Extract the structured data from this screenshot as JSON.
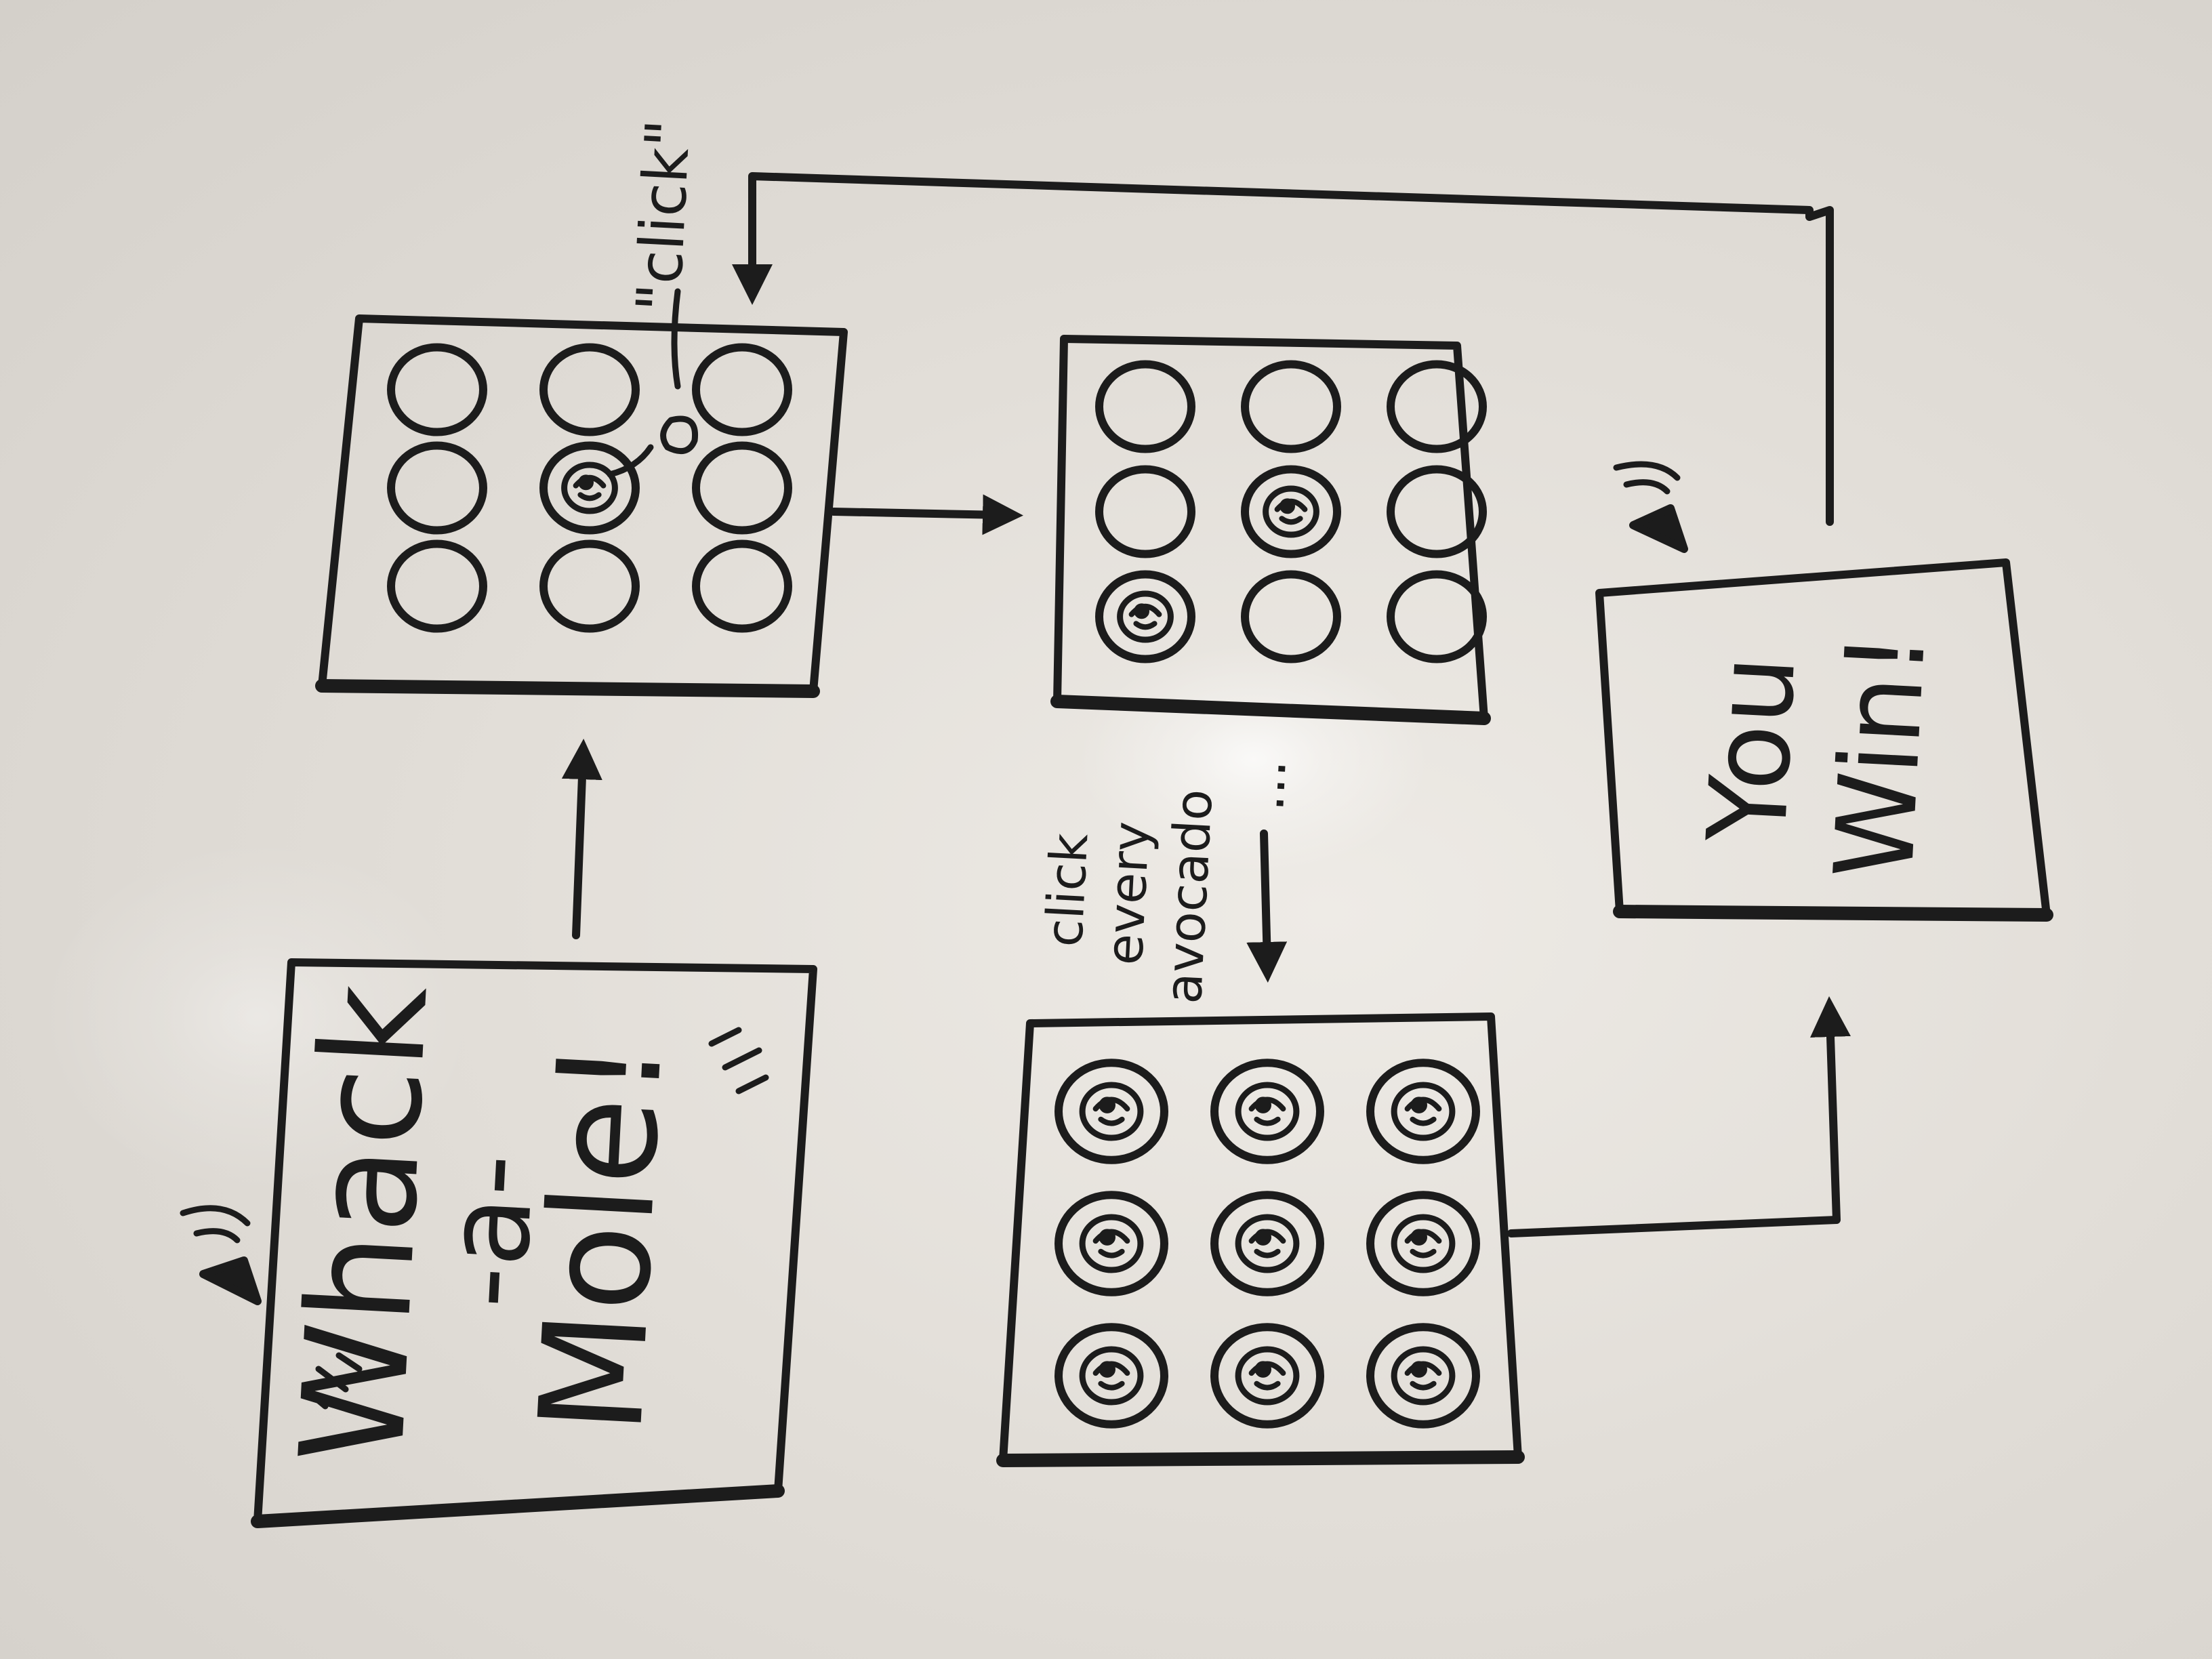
{
  "colors": {
    "ink": "#1c1c1c",
    "board": "#e6e3de",
    "glare": "#ffffff"
  },
  "title_screen": {
    "title_line1": "Whack",
    "title_line2": "-a-",
    "title_line3": "Mole!"
  },
  "grid_screen_1": {
    "annotation": "\"click\"",
    "holes": 9,
    "mole_hole_index": 4
  },
  "grid_screen_2": {
    "holes": 9,
    "mole_hole_indices": [
      4,
      6
    ]
  },
  "grid_screen_3": {
    "holes": 9,
    "all_moles": true
  },
  "instruction": {
    "line1": "click",
    "line2": "every",
    "line3": "avocado",
    "ellipsis": "..."
  },
  "win_screen": {
    "line1": "You",
    "line2": "Win!"
  },
  "icons": [
    "speaker-icon",
    "speaker-icon",
    "mole-icon",
    "cursor-icon"
  ]
}
